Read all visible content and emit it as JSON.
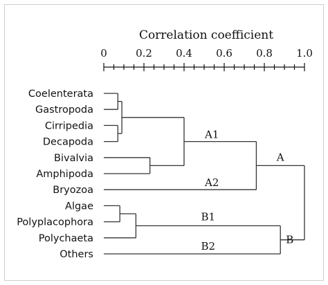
{
  "chart_data": {
    "type": "dendrogram",
    "title": "Correlation coefficient",
    "axis": {
      "range": [
        0,
        1.0
      ],
      "ticks": [
        0,
        0.2,
        0.4,
        0.6,
        0.8,
        1.0
      ],
      "tick_labels": [
        "0",
        "0.2",
        "0.4",
        "0.6",
        "0.8",
        "1.0"
      ],
      "position": "top"
    },
    "leaves": [
      "Coelenterata",
      "Gastropoda",
      "Cirripedia",
      "Decapoda",
      "Bivalvia",
      "Amphipoda",
      "Bryozoa",
      "Algae",
      "Polyplacophora",
      "Polychaeta",
      "Others"
    ],
    "merges": [
      {
        "id": "m1",
        "children": [
          "Coelenterata",
          "Gastropoda"
        ],
        "height": 0.07
      },
      {
        "id": "m2",
        "children": [
          "Cirripedia",
          "Decapoda"
        ],
        "height": 0.07
      },
      {
        "id": "m3",
        "children": [
          "m1",
          "m2"
        ],
        "height": 0.09
      },
      {
        "id": "m4",
        "children": [
          "Bivalvia",
          "Amphipoda"
        ],
        "height": 0.23
      },
      {
        "id": "m5",
        "children": [
          "m3",
          "m4"
        ],
        "height": 0.4,
        "label": "A1"
      },
      {
        "id": "m6",
        "children": [
          "Algae",
          "Polyplacophora"
        ],
        "height": 0.08
      },
      {
        "id": "m7",
        "children": [
          "m6",
          "Polychaeta"
        ],
        "height": 0.16,
        "label": "B1"
      },
      {
        "id": "m8",
        "children": [
          "m5",
          "Bryozoa"
        ],
        "height": 0.76,
        "label": "A",
        "bryozoa_label": "A2"
      },
      {
        "id": "m9",
        "children": [
          "m7",
          "Others"
        ],
        "height": 0.88,
        "label": "B",
        "others_label": "B2"
      },
      {
        "id": "m10",
        "children": [
          "m8",
          "m9"
        ],
        "height": 1.0
      }
    ],
    "cluster_labels": [
      "A1",
      "A2",
      "A",
      "B1",
      "B2",
      "B"
    ]
  }
}
